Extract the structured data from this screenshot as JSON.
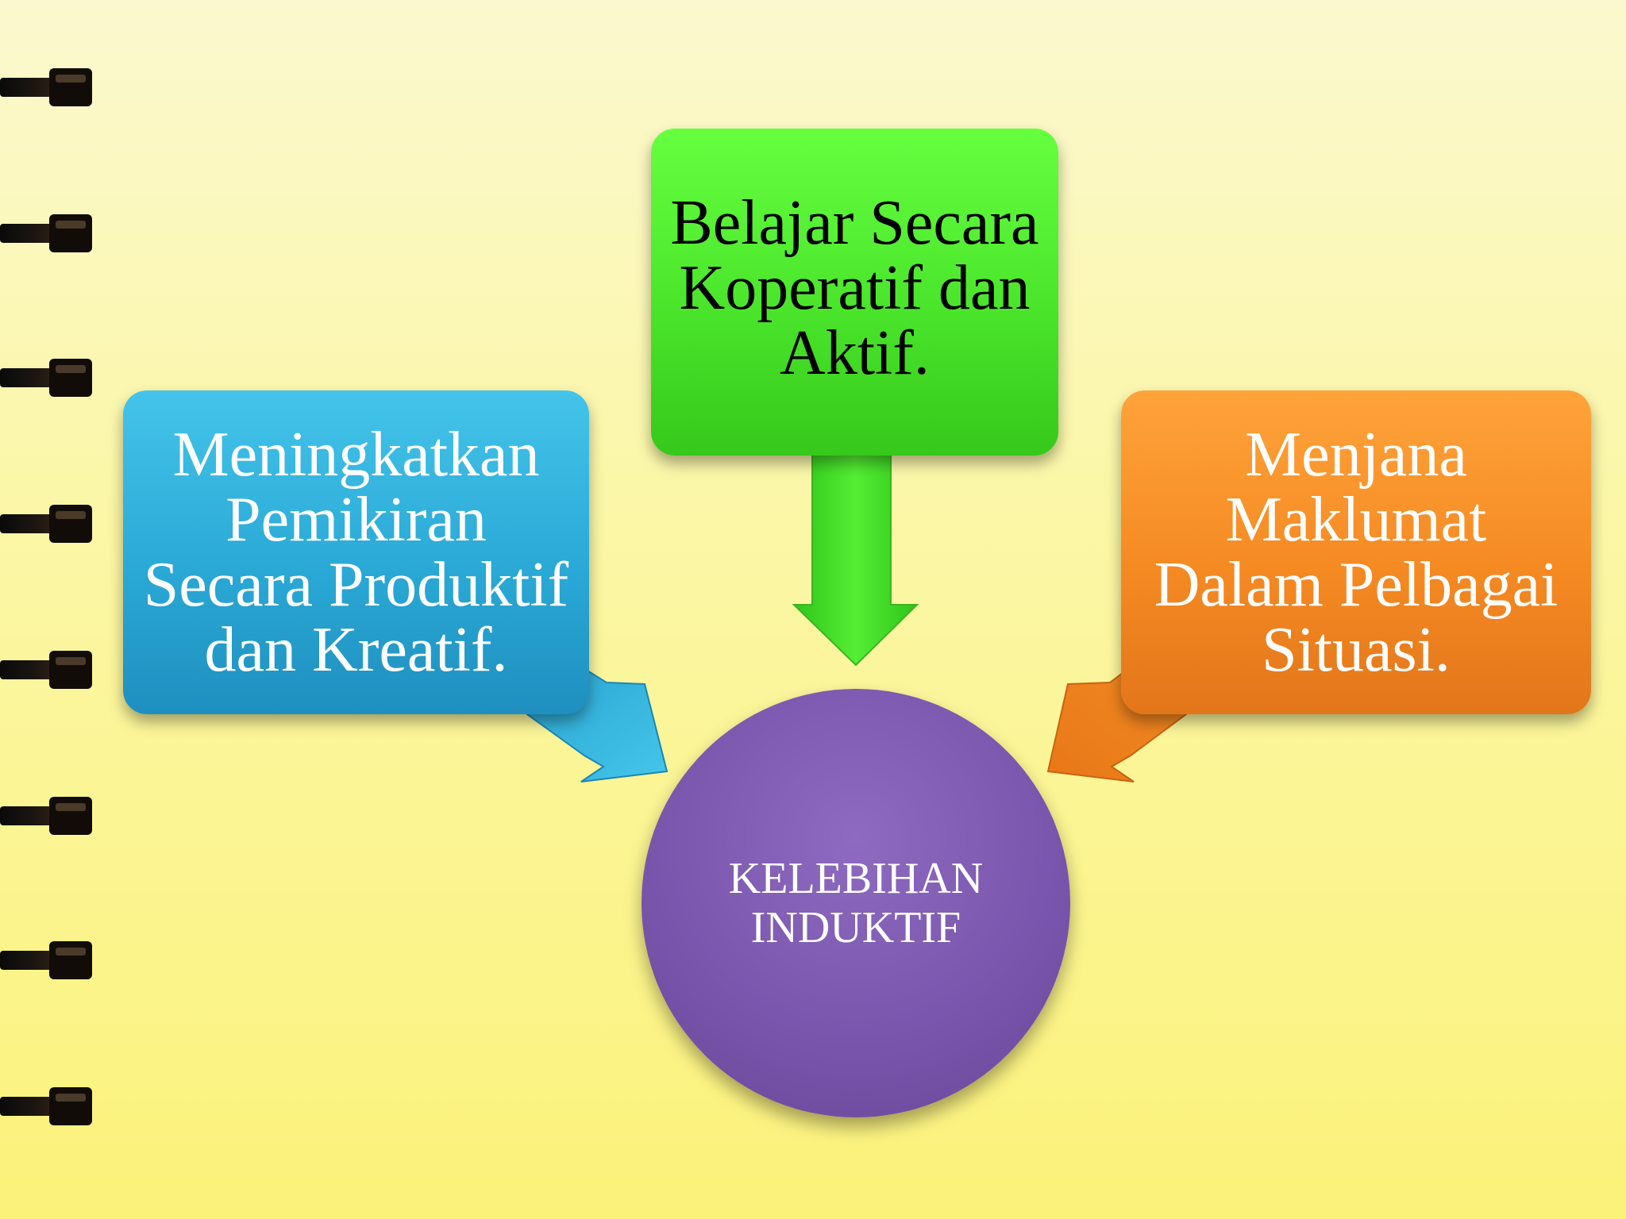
{
  "diagram": {
    "center": {
      "label": "KELEBIHAN\nINDUKTIF"
    },
    "nodes": [
      {
        "id": "left",
        "label": "Meningkatkan\nPemikiran\nSecara Produktif\ndan Kreatif."
      },
      {
        "id": "top",
        "label": "Belajar Secara\nKoperatif dan\nAktif."
      },
      {
        "id": "right",
        "label": "Menjana\nMaklumat\nDalam Pelbagai\nSituasi."
      }
    ]
  }
}
